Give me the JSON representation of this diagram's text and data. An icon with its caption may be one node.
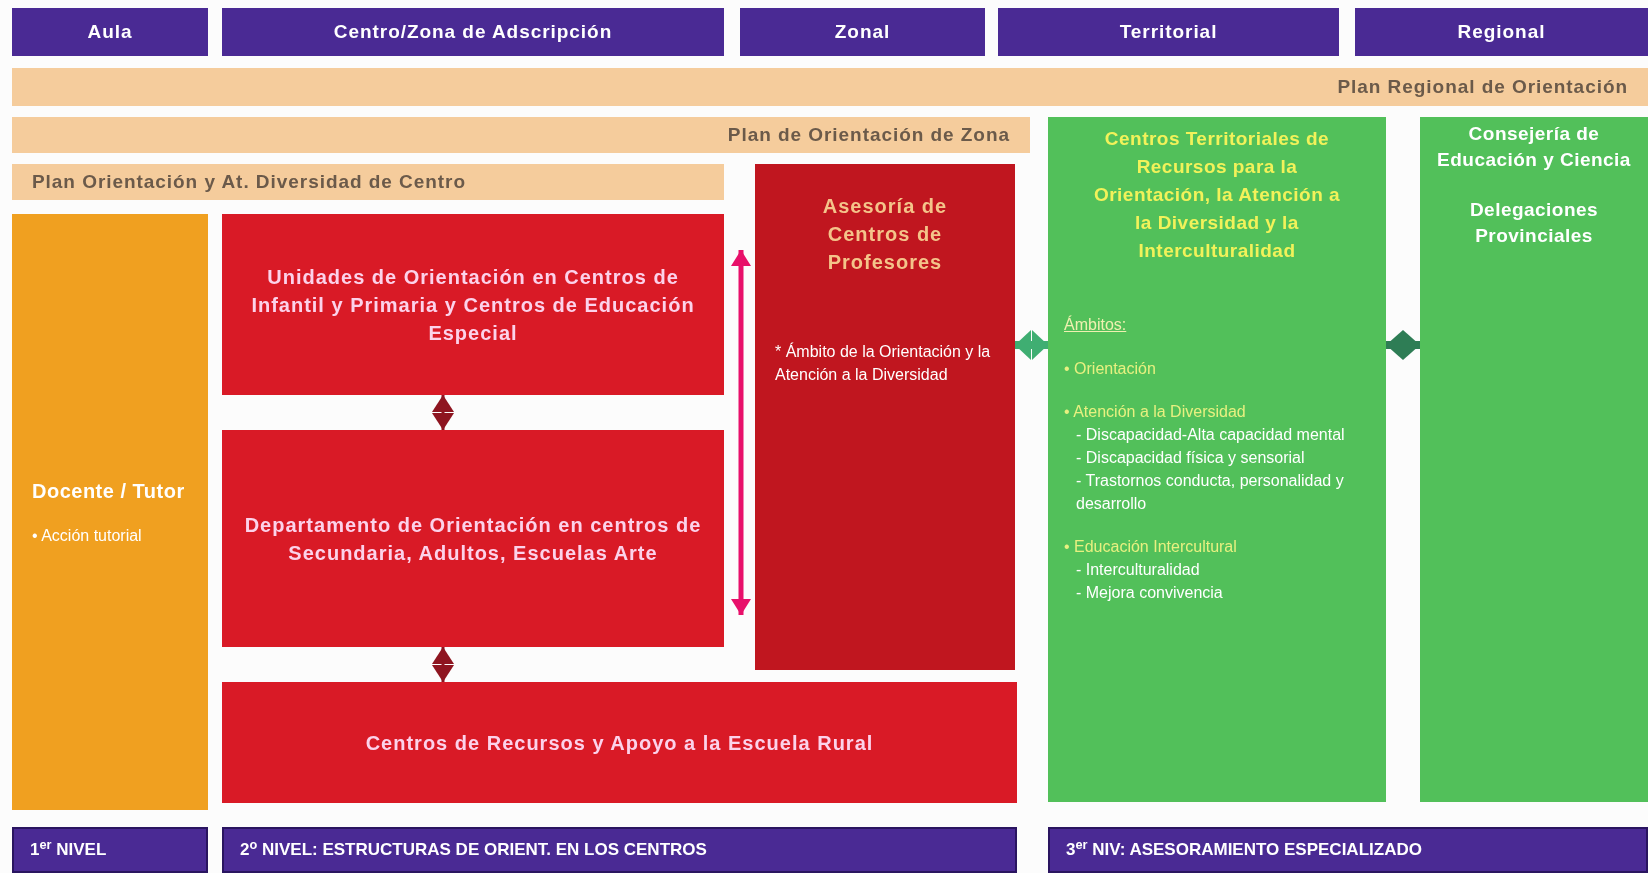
{
  "diagram": {
    "nodes": [
      {
        "text": [
          "Aula"
        ]
      },
      {
        "text": [
          "Centro/Zona de Adscripción"
        ]
      },
      {
        "text": [
          "Zonal"
        ]
      },
      {
        "text": [
          "Territorial"
        ]
      },
      {
        "text": [
          "Regional"
        ]
      },
      {
        "text": [
          "Plan Regional de Orientación"
        ]
      },
      {
        "text": [
          "Plan de Orientación de Zona"
        ]
      },
      {
        "text": [
          "Plan Orientación y At. Diversidad de Centro"
        ]
      },
      {
        "text": [
          "Docente / Tutor",
          "• Acción tutorial"
        ]
      },
      {
        "text": [
          "Unidades de Orientación en Centros de Infantil y Primaria y Centros de Educación Especial"
        ]
      },
      {
        "text": [
          "Departamento de Orientación en centros de Secundaria, Adultos, Escuelas Arte"
        ]
      },
      {
        "text": [
          "Asesoría de Centros de Profesores",
          "* Ámbito de la Orientación y la Atención a la Diversidad"
        ]
      },
      {
        "text": [
          "Centros Territoriales de Recursos para la Orientación, la Atención a la Diversidad y la Interculturalidad",
          "Ámbitos:",
          "• Orientación",
          "• Atención a la Diversidad",
          "- Discapacidad-Alta capacidad mental",
          "- Discapacidad física y sensorial",
          "- Trastornos conducta, personalidad y desarrollo",
          "• Educación Intercultural",
          "- Interculturalidad",
          "- Mejora convivencia"
        ]
      },
      {
        "text": [
          "Consejería de Educación y Ciencia",
          "Delegaciones Provinciales"
        ]
      },
      {
        "text": [
          "Centros de Recursos y Apoyo a la Escuela Rural"
        ]
      },
      {
        "text": [
          "1$^{er}$ NIVEL"
        ]
      },
      {
        "text": [
          "2$^{o}$ NIVEL:  ESTRUCTURAS DE ORIENT. EN LOS CENTROS"
        ]
      },
      {
        "text": [
          "3$^{er}$ NIV: ASESORAMIENTO ESPECIALIZADO"
        ]
      }
    ],
    "edges": [
      {
        "from": 9,
        "to": 10,
        "arrow": "both",
        "color": "#8e1520"
      },
      {
        "from": 10,
        "to": 14,
        "arrow": "both",
        "color": "#8e1520"
      },
      {
        "from": 9,
        "to": 10,
        "arrow": "both",
        "color": "#e8106a"
      },
      {
        "from": 11,
        "to": 12,
        "arrow": "both",
        "color": "#3fae72"
      },
      {
        "from": 12,
        "to": 13,
        "arrow": "both",
        "color": "#2e7d55"
      }
    ]
  }
}
